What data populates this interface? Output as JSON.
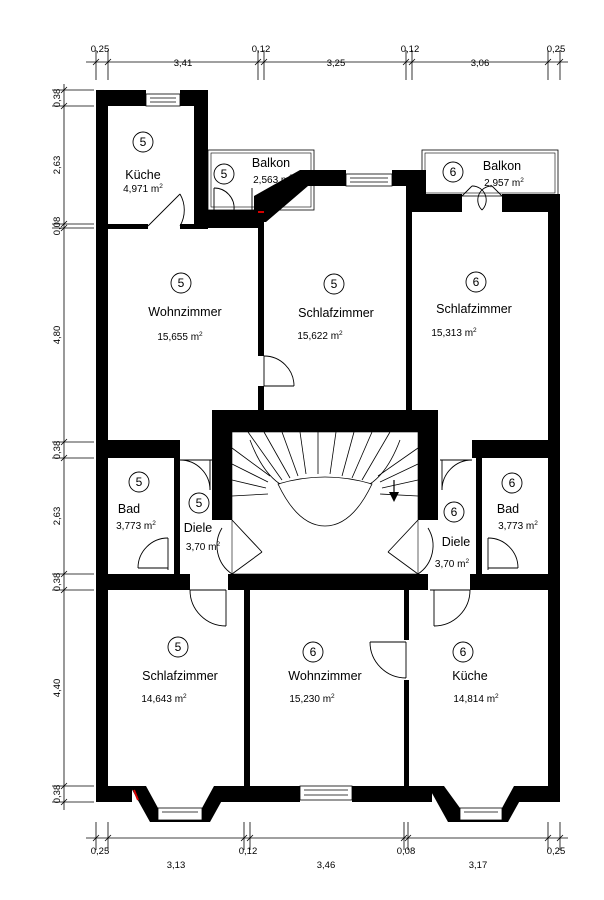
{
  "rooms": [
    {
      "id": "kueche-5",
      "unit": "5",
      "name": "Küche",
      "area": "4,971 m",
      "sup": "2"
    },
    {
      "id": "balkon-5",
      "unit": "5",
      "name": "Balkon",
      "area": "2,563 m",
      "sup": "2"
    },
    {
      "id": "balkon-6",
      "unit": "6",
      "name": "Balkon",
      "area": "2,957 m",
      "sup": "2"
    },
    {
      "id": "wohnzimmer-5",
      "unit": "5",
      "name": "Wohnzimmer",
      "area": "15,655 m",
      "sup": "2"
    },
    {
      "id": "schlafzimmer-5a",
      "unit": "5",
      "name": "Schlafzimmer",
      "area": "15,622 m",
      "sup": "2"
    },
    {
      "id": "schlafzimmer-6a",
      "unit": "6",
      "name": "Schlafzimmer",
      "area": "15,313 m",
      "sup": "2"
    },
    {
      "id": "bad-5",
      "unit": "5",
      "name": "Bad",
      "area": "3,773 m",
      "sup": "2"
    },
    {
      "id": "diele-5",
      "unit": "5",
      "name": "Diele",
      "area": "3,70 m",
      "sup": "2"
    },
    {
      "id": "diele-6",
      "unit": "6",
      "name": "Diele",
      "area": "3,70 m",
      "sup": "2"
    },
    {
      "id": "bad-6",
      "unit": "6",
      "name": "Bad",
      "area": "3,773 m",
      "sup": "2"
    },
    {
      "id": "schlafzimmer-5b",
      "unit": "5",
      "name": "Schlafzimmer",
      "area": "14,643 m",
      "sup": "2"
    },
    {
      "id": "wohnzimmer-6",
      "unit": "6",
      "name": "Wohnzimmer",
      "area": "15,230 m",
      "sup": "2"
    },
    {
      "id": "kueche-6",
      "unit": "6",
      "name": "Küche",
      "area": "14,814 m",
      "sup": "2"
    }
  ],
  "dimensions": {
    "top_small": [
      "0,25",
      "0,12",
      "0,12",
      "0,25"
    ],
    "top_large": [
      "3,41",
      "3,25",
      "3,06"
    ],
    "bottom_small": [
      "0,25",
      "0,12",
      "0,08",
      "0,25"
    ],
    "bottom_large": [
      "3,13",
      "3,46",
      "3,17"
    ],
    "left": [
      "0,38",
      "2,63",
      "0,08",
      "4,80",
      "0,38",
      "2,63",
      "0,38",
      "4,40",
      "0,38"
    ]
  }
}
